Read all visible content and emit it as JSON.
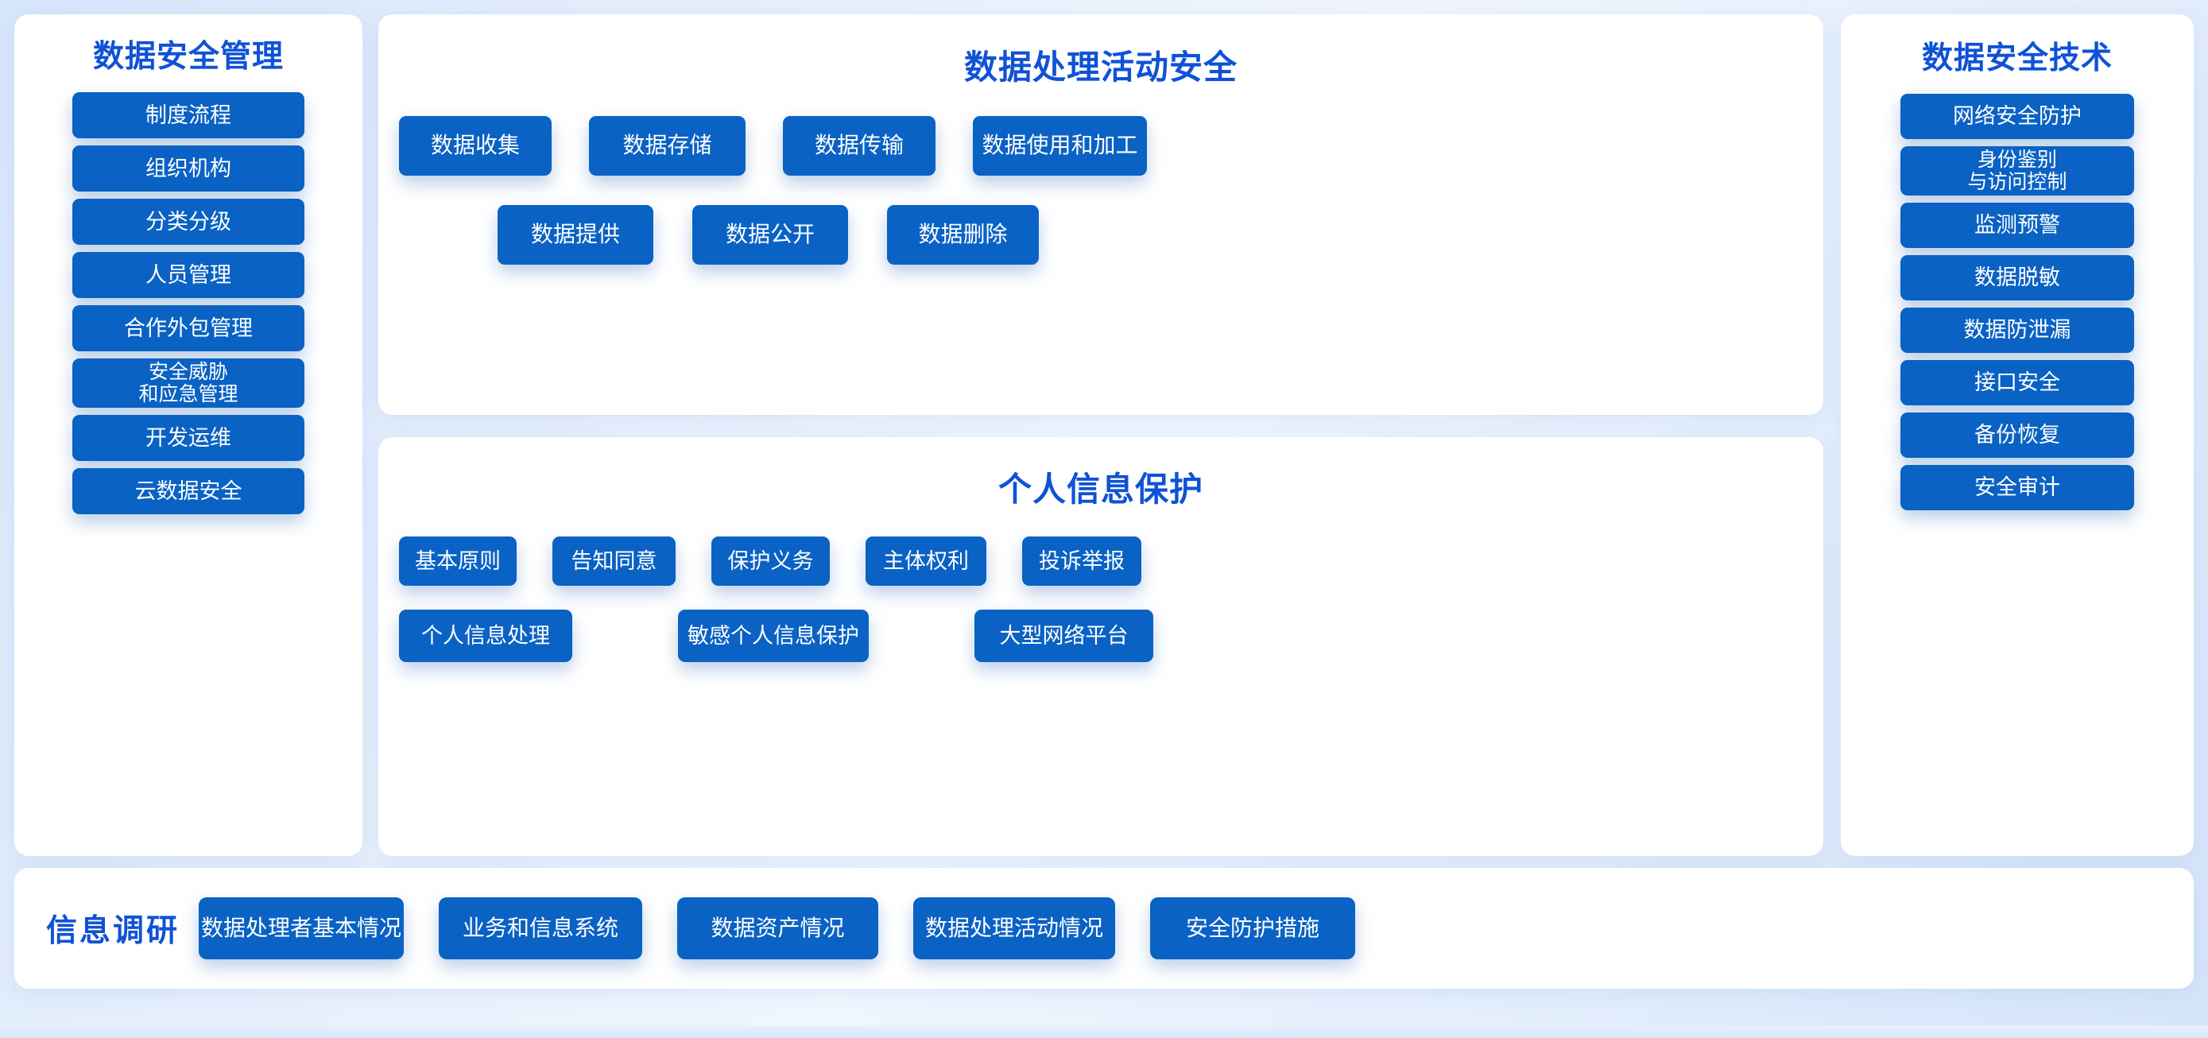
{
  "theme": {
    "tile_blue": "#0a62c4",
    "title_blue": "#0f52d6",
    "panel_white": "#ffffff",
    "page_background": "#dfeafb"
  },
  "left_panel": {
    "title": "数据安全管理",
    "items": [
      {
        "label": "制度流程",
        "lines": 1
      },
      {
        "label": "组织机构",
        "lines": 1
      },
      {
        "label": "分类分级",
        "lines": 1
      },
      {
        "label": "人员管理",
        "lines": 1
      },
      {
        "label": "合作外包管理",
        "lines": 1
      },
      {
        "label": "安全威胁\n和应急管理",
        "lines": 2
      },
      {
        "label": "开发运维",
        "lines": 1
      },
      {
        "label": "云数据安全",
        "lines": 1
      }
    ]
  },
  "activity_panel": {
    "title": "数据处理活动安全",
    "row1": [
      {
        "label": "数据收集"
      },
      {
        "label": "数据存储"
      },
      {
        "label": "数据传输"
      },
      {
        "label": "数据使用和加工"
      }
    ],
    "row2": [
      {
        "label": "数据提供"
      },
      {
        "label": "数据公开"
      },
      {
        "label": "数据删除"
      }
    ]
  },
  "personal_info_panel": {
    "title": "个人信息保护",
    "row1": [
      {
        "label": "基本原则"
      },
      {
        "label": "告知同意"
      },
      {
        "label": "保护义务"
      },
      {
        "label": "主体权利"
      },
      {
        "label": "投诉举报"
      }
    ],
    "row2": [
      {
        "label": "个人信息处理"
      },
      {
        "label": "敏感个人信息保护"
      },
      {
        "label": "大型网络平台"
      }
    ]
  },
  "right_panel": {
    "title": "数据安全技术",
    "items": [
      {
        "label": "网络安全防护",
        "lines": 1
      },
      {
        "label": "身份鉴别\n与访问控制",
        "lines": 2
      },
      {
        "label": "监测预警",
        "lines": 1
      },
      {
        "label": "数据脱敏",
        "lines": 1
      },
      {
        "label": "数据防泄漏",
        "lines": 1
      },
      {
        "label": "接口安全",
        "lines": 1
      },
      {
        "label": "备份恢复",
        "lines": 1
      },
      {
        "label": "安全审计",
        "lines": 1
      }
    ]
  },
  "bottom_bar": {
    "title": "信息调研",
    "items": [
      {
        "label": "数据处理者基本情况"
      },
      {
        "label": "业务和信息系统"
      },
      {
        "label": "数据资产情况"
      },
      {
        "label": "数据处理活动情况"
      },
      {
        "label": "安全防护措施"
      }
    ]
  }
}
